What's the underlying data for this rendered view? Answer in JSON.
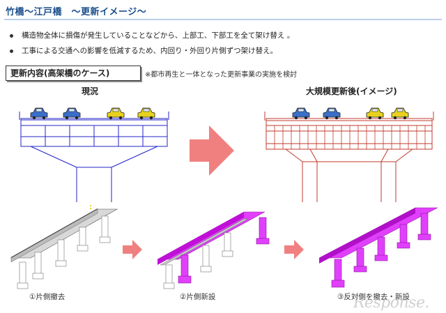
{
  "header": {
    "title": "竹橋～江戸橋　～更新イメージ～"
  },
  "bullets": [
    "構造物全体に損傷が発生していることなどから、上部工、下部工を全て架け替え 。",
    "工事による交通への影響を低減するため、内回り・外回り片側ずつ架け替え。"
  ],
  "section": {
    "label": "更新内容(高架橋のケース)",
    "note": "※都市再生と一体となった更新事業の実施を検討"
  },
  "diagram": {
    "current_label": "現況",
    "after_label": "大規模更新後(イメージ)",
    "steps": [
      "①片側撤去",
      "②片側新設",
      "③反対側を撤去・新設"
    ]
  },
  "colors": {
    "current_structure": "#2323c8",
    "new_structure": "#c0392b",
    "arrow": "#f08080",
    "new_3d": "#e040fb",
    "car_blue": "#3a6fc9",
    "car_yellow": "#e8d21f"
  },
  "watermark": "Response."
}
